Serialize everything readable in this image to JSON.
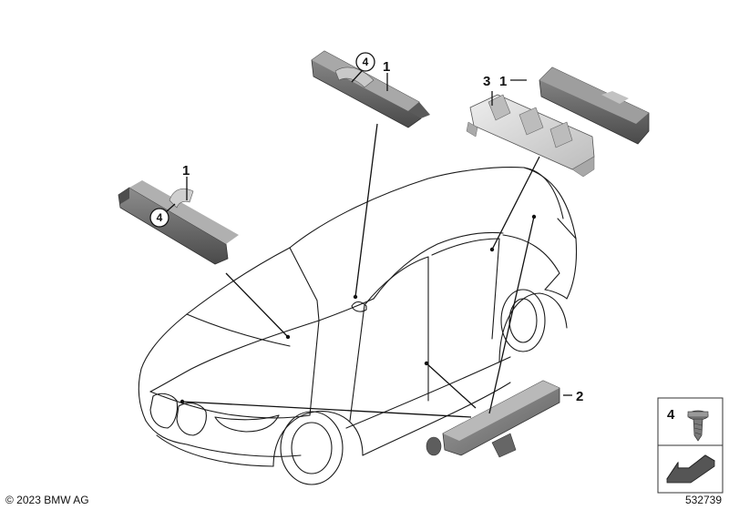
{
  "callouts": {
    "c1_top": "1",
    "c1_left": "1",
    "c1_right": "1",
    "c2": "2",
    "c3": "3",
    "c4_top": "4",
    "c4_left": "4",
    "legend4": "4"
  },
  "footer": {
    "copyright": "© 2023 BMW AG",
    "part_number": "532739"
  },
  "colors": {
    "part_fill": "#6b6b6b",
    "part_light": "#9a9a9a",
    "bracket_fill": "#d4d4d4"
  }
}
